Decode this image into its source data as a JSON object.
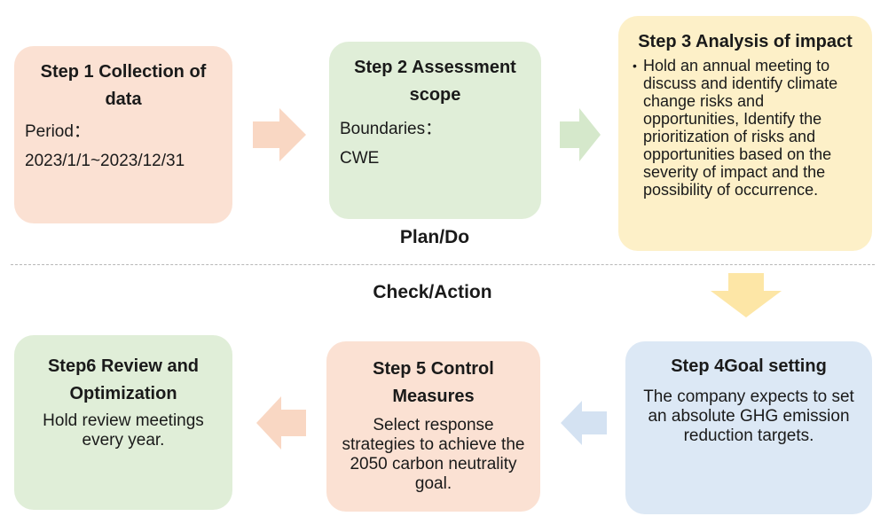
{
  "steps": [
    {
      "title": "Step 1 Collection of data",
      "lines": [
        "Period：",
        "2023/1/1~2023/12/31"
      ],
      "color": "#fbe1d3"
    },
    {
      "title": "Step 2 Assessment scope",
      "lines": [
        "Boundaries：",
        "CWE"
      ],
      "color": "#e0eed8"
    },
    {
      "title": "Step 3 Analysis of impact",
      "bullet": "Hold an annual meeting to discuss and identify climate change risks and opportunities, Identify the prioritization of risks and opportunities based on the severity of impact and the possibility of occurrence.",
      "color": "#fdf0c8"
    },
    {
      "title": "Step 4Goal setting",
      "text": "The company expects to set an absolute GHG emission reduction targets.",
      "color": "#dce8f5"
    },
    {
      "title": "Step 5 Control Measures",
      "text": "Select response strategies to achieve the 2050 carbon neutrality goal.",
      "color": "#fbe1d3"
    },
    {
      "title": "Step6  Review and Optimization",
      "text": "Hold review meetings every year.",
      "color": "#e0eed8"
    }
  ],
  "phases": {
    "top": "Plan/Do",
    "bottom": "Check/Action"
  },
  "arrow_colors": {
    "peach": "#f9d7c3",
    "green": "#d5e8cb",
    "yellow": "#fde6a6",
    "blue": "#d4e2f2"
  }
}
